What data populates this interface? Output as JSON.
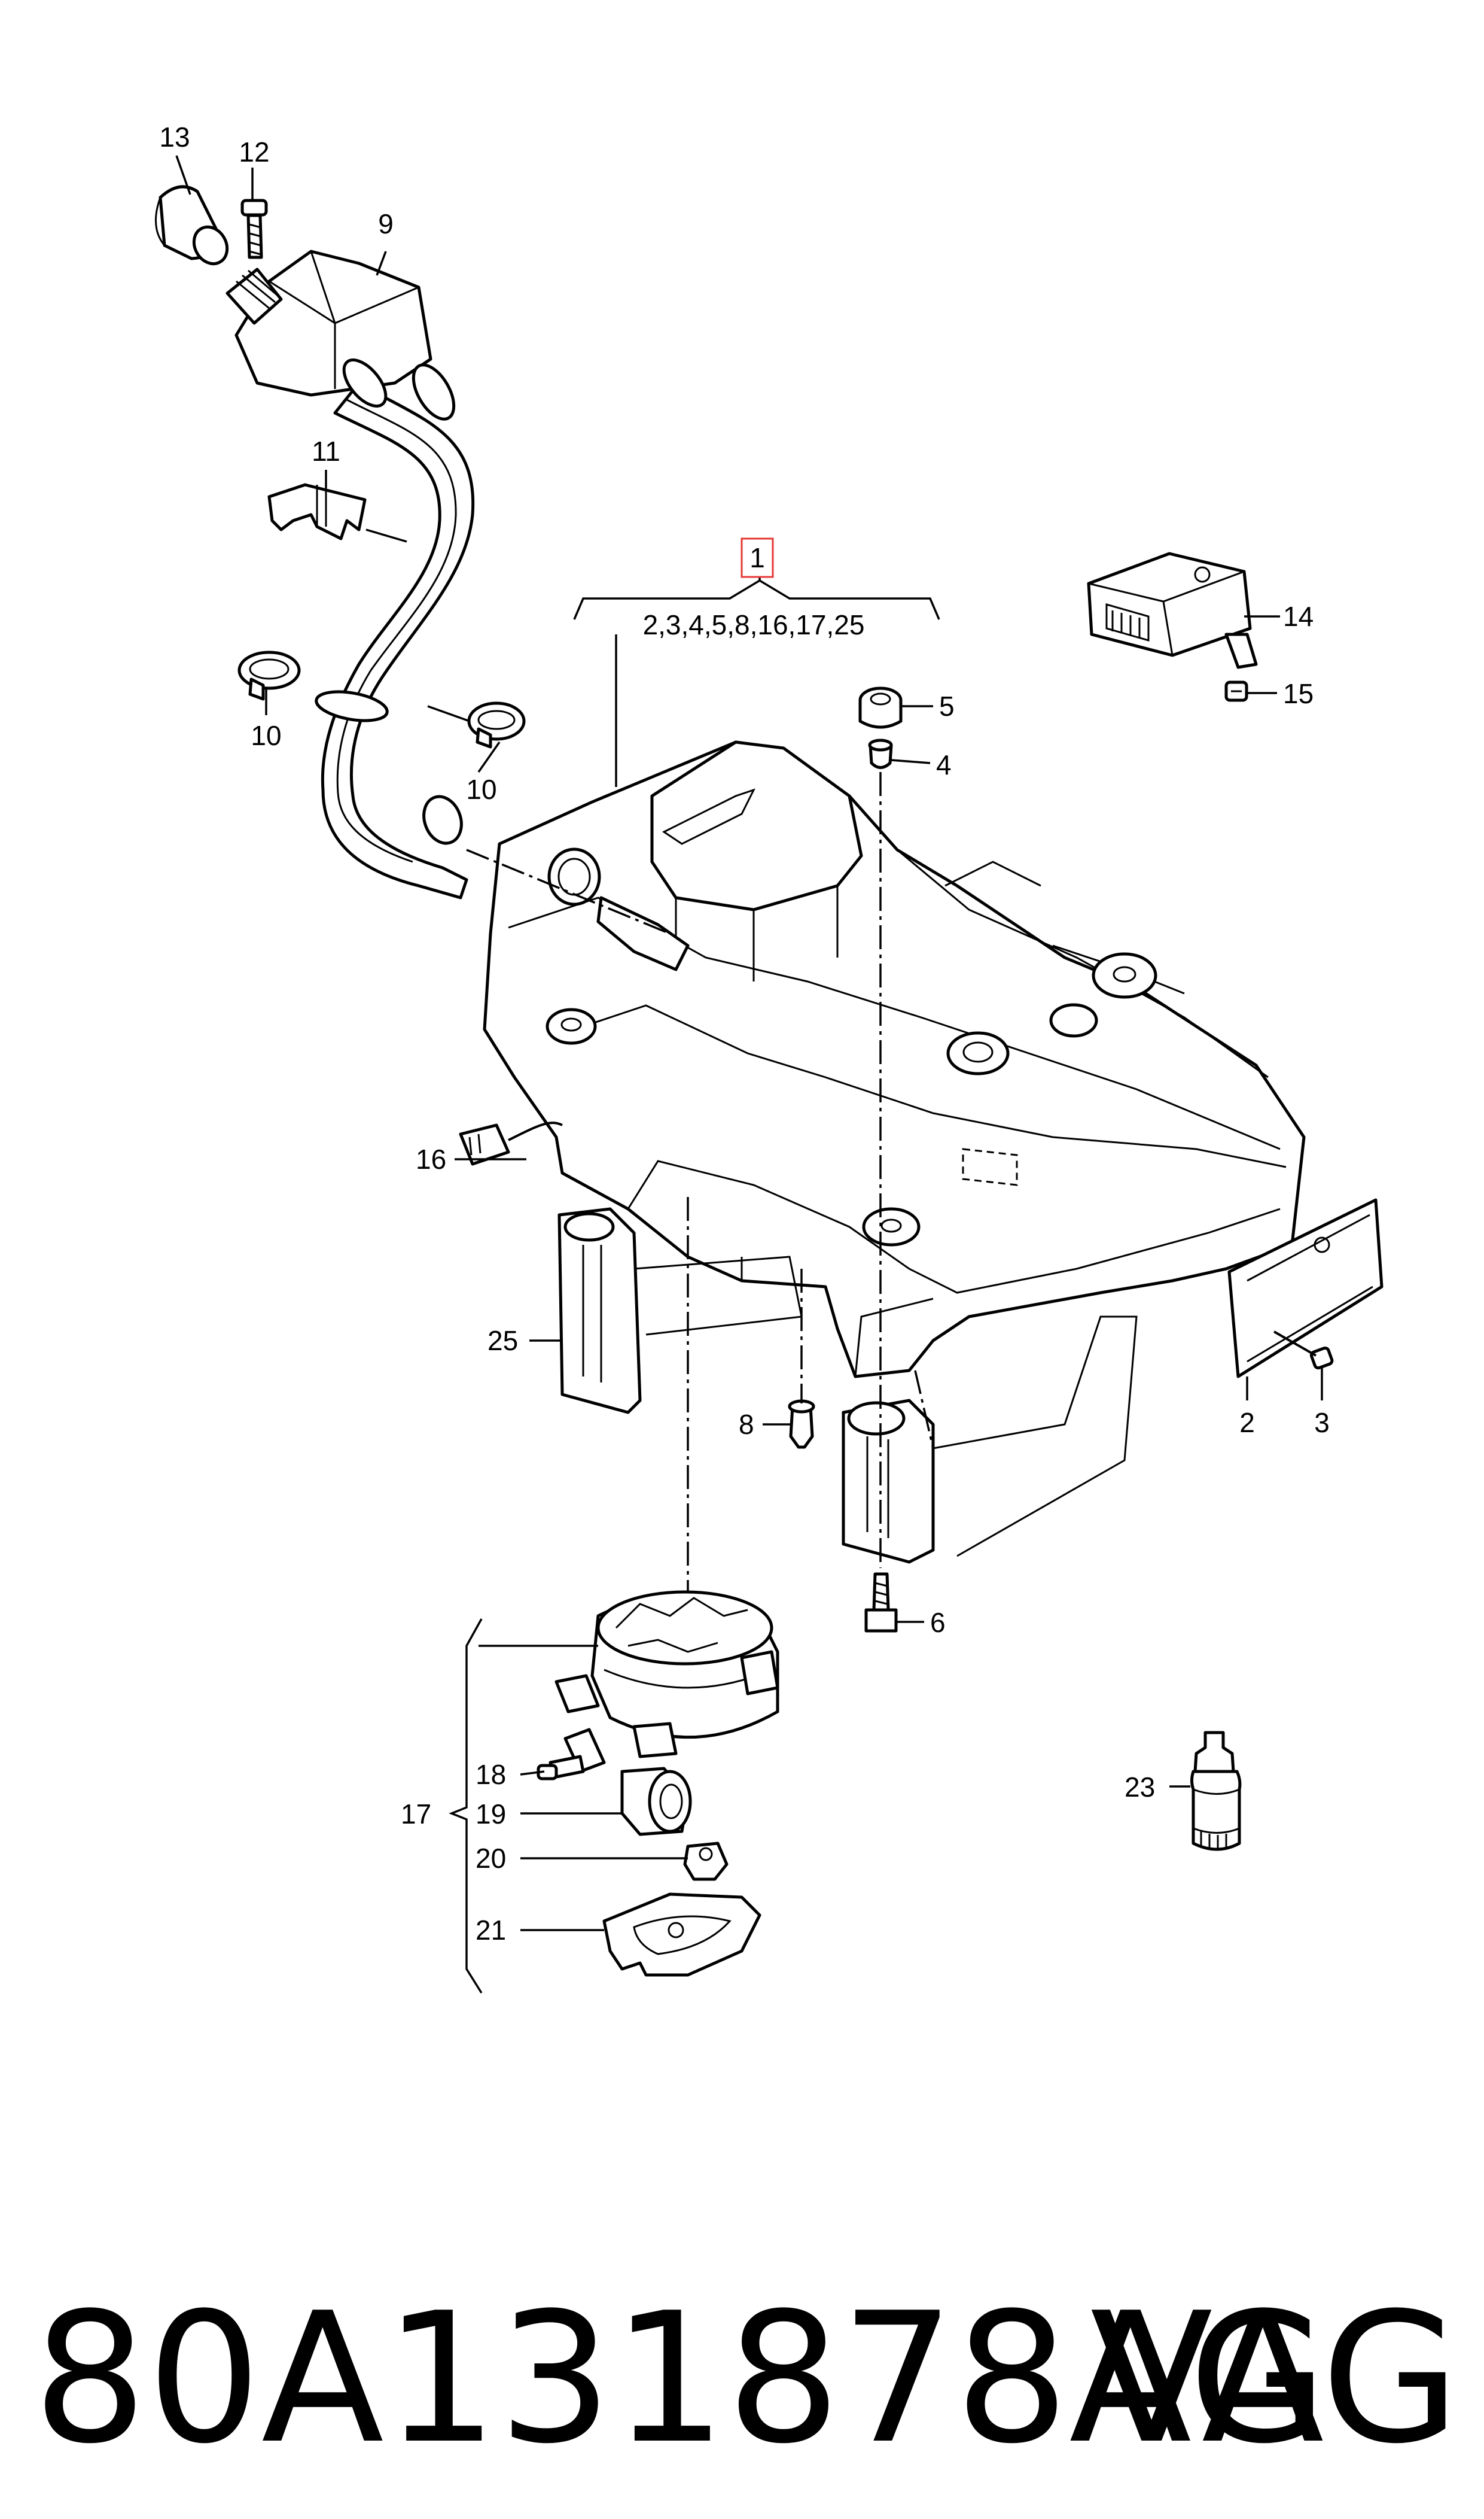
{
  "kit": {
    "number": "1",
    "contents": "2,3,4,5,8,16,17,25",
    "highlight_color": "#e53935"
  },
  "labels": {
    "p2": "2",
    "p3": "3",
    "p4": "4",
    "p5": "5",
    "p6": "6",
    "p8": "8",
    "p9": "9",
    "p10a": "10",
    "p10b": "10",
    "p11": "11",
    "p12": "12",
    "p13": "13",
    "p14": "14",
    "p15": "15",
    "p16": "16",
    "p17": "17",
    "p18": "18",
    "p19": "19",
    "p20": "20",
    "p21": "21",
    "p23": "23",
    "p25": "25"
  },
  "footer": {
    "part_number": "80A131878AG",
    "brand": "VAG"
  }
}
